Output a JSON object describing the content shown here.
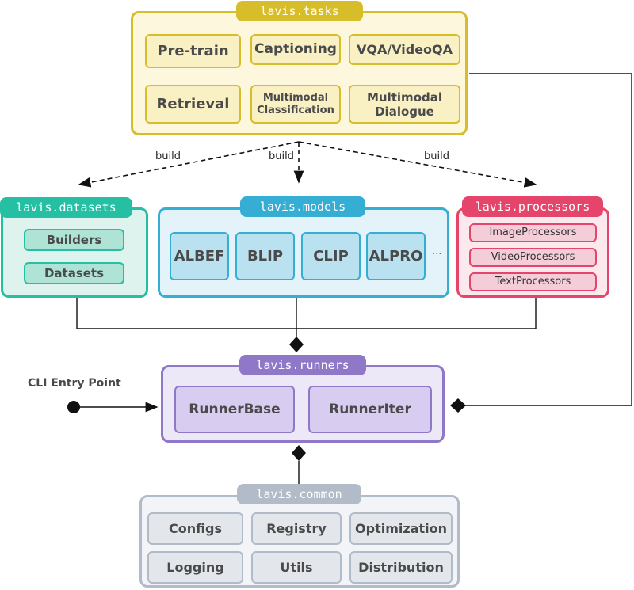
{
  "tasks": {
    "tag": "lavis.tasks",
    "items": [
      "Pre-train",
      "Captioning",
      "VQA/VideoQA",
      "Retrieval",
      "Multimodal\nClassification",
      "Multimodal\nDialogue"
    ]
  },
  "datasets": {
    "tag": "lavis.datasets",
    "items": [
      "Builders",
      "Datasets"
    ]
  },
  "models": {
    "tag": "lavis.models",
    "items": [
      "ALBEF",
      "BLIP",
      "CLIP",
      "ALPRO"
    ],
    "ellipsis": "..."
  },
  "processors": {
    "tag": "lavis.processors",
    "items": [
      "ImageProcessors",
      "VideoProcessors",
      "TextProcessors"
    ]
  },
  "runners": {
    "tag": "lavis.runners",
    "items": [
      "RunnerBase",
      "RunnerIter"
    ]
  },
  "common": {
    "tag": "lavis.common",
    "items": [
      "Configs",
      "Registry",
      "Optimization",
      "Logging",
      "Utils",
      "Distribution"
    ]
  },
  "edges": {
    "build_left": "build",
    "build_mid": "build",
    "build_right": "build",
    "cli": "CLI Entry Point"
  },
  "colors": {
    "tasks": "#d8bd2a",
    "datasets": "#25bfa3",
    "models": "#36aed4",
    "processors": "#e5446b",
    "runners": "#8e78c7",
    "common": "#b2bcc8"
  }
}
